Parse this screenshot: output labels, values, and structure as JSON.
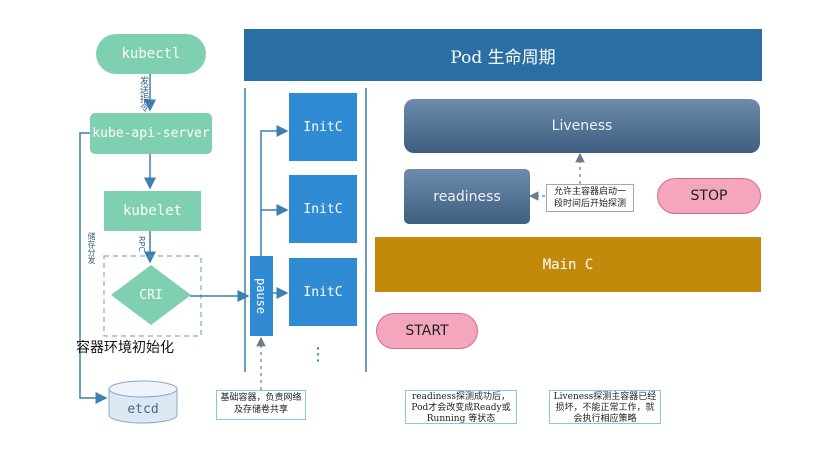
{
  "header": {
    "title": "Pod 生命周期"
  },
  "left_flow": {
    "kubectl": "kubectl",
    "cmd_label": "发送指令",
    "api_server": "kube-api-server",
    "kubelet": "kubelet",
    "rpc_label": "RPC",
    "cri": "CRI",
    "init_label": "容器环境初始化",
    "store_label": "储存分发",
    "etcd": "etcd"
  },
  "pause": {
    "label": "pause",
    "note": "基础容器，负责网络及存储卷共享"
  },
  "init_containers": [
    "InitC",
    "InitC",
    "InitC"
  ],
  "more": "⋮",
  "probes": {
    "liveness": "Liveness",
    "readiness": "readiness",
    "probe_note": "允许主容器启动一段时间后开始探测",
    "stop": "STOP",
    "main": "Main C",
    "start": "START"
  },
  "notes": {
    "readiness_note": "readiness探测成功后，Pod才会改变成Ready或Running 等状态",
    "liveness_note": "Liveness探测主容器已经损坏，不能正常工作，就会执行相应策略"
  },
  "colors": {
    "header_bg": "#2a6fa3",
    "green": "#7fd0b0",
    "blue": "#2e8bd4",
    "gold": "#c18a0a",
    "pink": "#f4a6bc",
    "slate": "#3f5f80",
    "grey_blue": "#6d8bab"
  }
}
